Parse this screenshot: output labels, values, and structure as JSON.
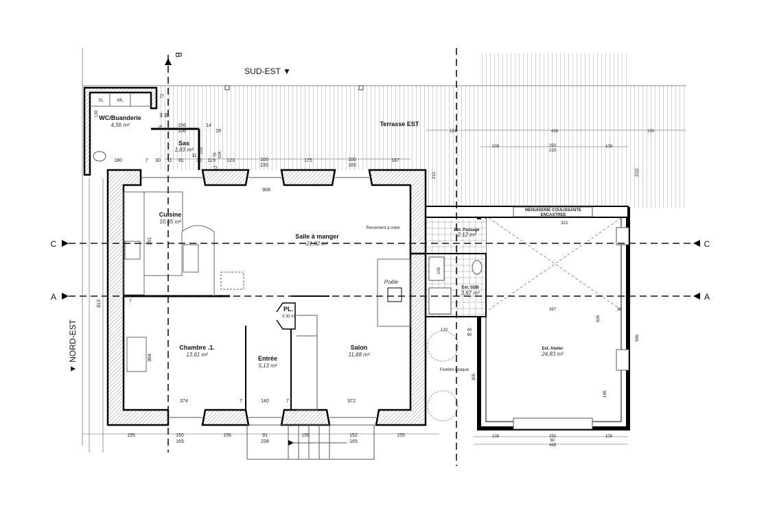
{
  "axes": {
    "B": "B",
    "C_left": "C",
    "C_right": "C",
    "A_left": "A",
    "A_right": "A",
    "sud_est": "SUD-EST ▼",
    "nord_est": "▼ NORD-EST"
  },
  "rooms": {
    "wc": {
      "name": "WC/Buanderie",
      "area": "4,56 m²",
      "sl": "SL",
      "ml": "ML"
    },
    "sas": {
      "name": "Sas",
      "area": "1,83 m²"
    },
    "terrasse": {
      "name": "Terrasse EST"
    },
    "cuisine": {
      "name": "Cuisine",
      "area": "10,65 m²"
    },
    "salle": {
      "name": "Salle à manger",
      "area": "21,02 m²"
    },
    "chambre": {
      "name": "Chambre .1.",
      "area": "13,61 m²"
    },
    "entree": {
      "name": "Entrée",
      "area": "5,13 m²"
    },
    "salon": {
      "name": "Salon",
      "area": "11,88 m²"
    },
    "placard": {
      "name": "PL.",
      "area": "0,30 m²"
    },
    "poele": {
      "name": "Poêle"
    },
    "passage": {
      "name": "Ext. Passage",
      "area": "2,12 m²"
    },
    "sdb": {
      "name": "Ext. SDB",
      "area": "3,67 m²"
    },
    "atelier": {
      "name": "Ext. Atelier",
      "area": "24,83 m²"
    }
  },
  "notes": {
    "menuiserie1": "MENUISERIE COULISSANTE",
    "menuiserie2": "ENCASTREE",
    "percement": "Percement à créer",
    "fenetre": "Fenêtre opaque"
  },
  "dims": {
    "top": [
      "180",
      "7",
      "30",
      "11",
      "81",
      "11",
      "30",
      "11",
      "9",
      "123",
      "100",
      "235",
      "175",
      "100",
      "165",
      "187",
      "156",
      "106",
      "14",
      "19",
      "908"
    ],
    "wc_v": [
      "130",
      "72",
      "44",
      "86",
      "45",
      "100",
      "79",
      "104",
      "12"
    ],
    "bottom": [
      "155",
      "150",
      "165",
      "156",
      "91",
      "238",
      "156",
      "152",
      "165",
      "155"
    ],
    "interior": [
      "374",
      "7",
      "140",
      "7",
      "372",
      "351",
      "364",
      "813",
      "7"
    ],
    "annexe": [
      "181",
      "458",
      "150",
      "109",
      "250",
      "215",
      "109",
      "210",
      "212",
      "323",
      "397",
      "626",
      "586",
      "148",
      "120",
      "40",
      "60",
      "109",
      "250",
      "60",
      "109",
      "469",
      "305",
      "100",
      "36"
    ]
  }
}
